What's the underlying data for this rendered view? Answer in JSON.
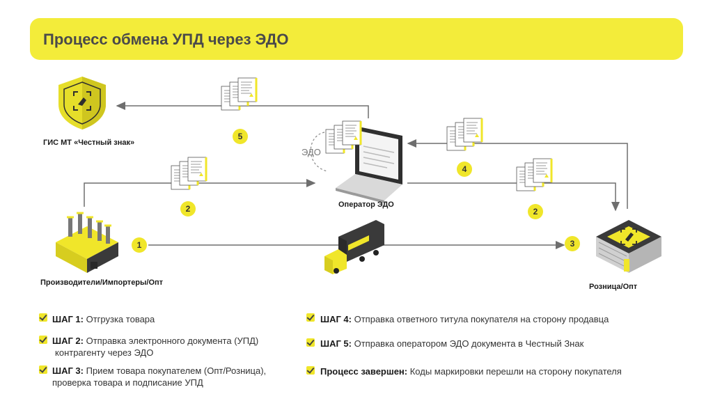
{
  "title": "Процесс обмена УПД через ЭДО",
  "nodes": {
    "gis": "ГИС МТ «Честный знак»",
    "operator": "Оператор ЭДО",
    "producers": "Производители/Импортеры/Опт",
    "retail": "Розница/Опт",
    "edo_tag": "ЭДО"
  },
  "badges": [
    "5",
    "4",
    "2",
    "2",
    "1",
    "3"
  ],
  "steps": [
    {
      "label": "ШАГ 1:",
      "text": " Отгрузка товара"
    },
    {
      "label": "ШАГ 2:",
      "text": " Отправка электронного документа (УПД)",
      "text2": "контрагенту через ЭДО"
    },
    {
      "label": "ШАГ 3:",
      "text": " Прием товара покупателем (Опт/Розница),",
      "text2": "проверка товара и подписание УПД"
    },
    {
      "label": "ШАГ 4:",
      "text": " Отправка ответного титула покупателя на сторону продавца"
    },
    {
      "label": "ШАГ 5:",
      "text": " Отправка оператором ЭДО документа в Честный Знак"
    },
    {
      "label": "Процесс завершен:",
      "text": " Коды маркировки перешли на сторону покупателя"
    }
  ],
  "colors": {
    "accent": "#f3ec3a",
    "dark": "#3a3a3a",
    "line": "#6e6e6e"
  },
  "icons": [
    "shield-icon",
    "laptop-icon",
    "factory-icon",
    "truck-icon",
    "warehouse-icon",
    "document-stack-icon",
    "check-icon"
  ]
}
